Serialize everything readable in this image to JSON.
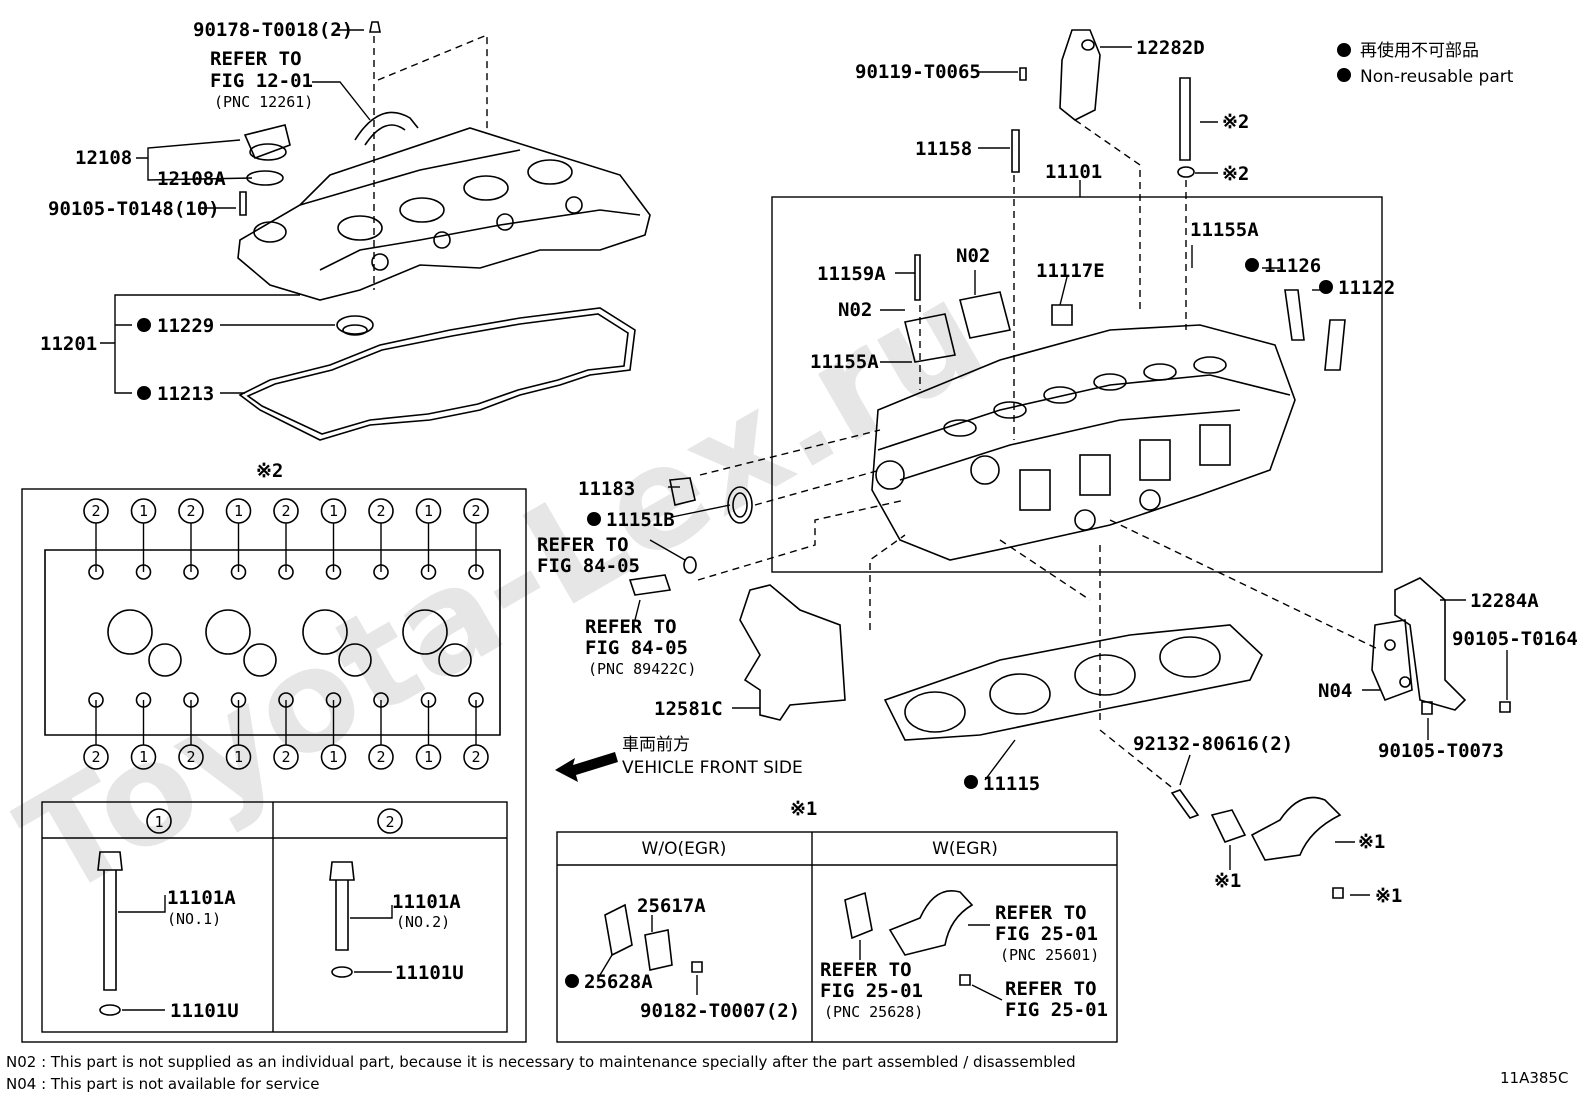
{
  "watermark": "Toyota-Lex.ru",
  "legend": {
    "line_jp": "再使用不可部品",
    "line_en": "Non-reusable part"
  },
  "labels": {
    "p90178": "90178-T0018(2)",
    "refer_fig12_line1": "REFER TO",
    "refer_fig12_line2": "FIG 12-01",
    "refer_fig12_line3": "(PNC 12261)",
    "p12108": "12108",
    "p12108a": "12108A",
    "p90105_t0148": "90105-T0148(10)",
    "p11201": "11201",
    "p11229": "11229",
    "p11213": "11213",
    "p90119": "90119-T0065",
    "p12282d": "12282D",
    "p11158": "11158",
    "p11101": "11101",
    "mark2_bolt": "※2",
    "mark2_washer": "※2",
    "p11155a_top": "11155A",
    "p11126": "11126",
    "p11122": "11122",
    "p11159a": "11159A",
    "n02_top": "N02",
    "n02_left": "N02",
    "p11117e": "11117E",
    "p11155a_left": "11155A",
    "p11183": "11183",
    "p11151b": "11151B",
    "refer_fig84_a_line1": "REFER TO",
    "refer_fig84_a_line2": "FIG 84-05",
    "refer_fig84_b_line1": "REFER TO",
    "refer_fig84_b_line2": "FIG 84-05",
    "refer_fig84_b_line3": "(PNC 89422C)",
    "p12581c": "12581C",
    "p11115": "11115",
    "p12284a": "12284A",
    "p90105_t0164": "90105-T0164",
    "n04": "N04",
    "p90105_t0073": "90105-T0073",
    "p92132": "92132-80616(2)",
    "mark1_a": "※1",
    "mark1_b": "※1",
    "mark1_c": "※1",
    "front_jp": "車両前方",
    "front_en": "VEHICLE FRONT SIDE"
  },
  "bolt_panel": {
    "title": "※2",
    "col1_header": "1",
    "col2_header": "2",
    "p11101a_no1": "11101A",
    "no1": "(NO.1)",
    "p11101u_1": "11101U",
    "p11101a_no2": "11101A",
    "no2": "(NO.2)",
    "p11101u_2": "11101U",
    "top_marks": [
      "2",
      "1",
      "2",
      "1",
      "2",
      "1",
      "2",
      "1",
      "2"
    ],
    "bottom_marks": [
      "2",
      "1",
      "2",
      "1",
      "2",
      "1",
      "2",
      "1",
      "2"
    ]
  },
  "egr_panel": {
    "title": "※1",
    "col1_header": "W/O(EGR)",
    "col2_header": "W(EGR)",
    "p25617a": "25617A",
    "p25628a": "25628A",
    "p90182": "90182-T0007(2)",
    "refer_25601_line1": "REFER TO",
    "refer_25601_line2": "FIG 25-01",
    "refer_25601_line3": "(PNC 25601)",
    "refer_25628_line1": "REFER TO",
    "refer_25628_line2": "FIG 25-01",
    "refer_25628_line3": "(PNC 25628)",
    "refer_2501_line1": "REFER TO",
    "refer_2501_line2": "FIG 25-01"
  },
  "footnotes": {
    "n02": "N02 : This part is not supplied as an individual part, because it is necessary to maintenance specially after the part assembled / disassembled",
    "n04": "N04 : This part is not available for service"
  },
  "figure_code": "11A385C"
}
